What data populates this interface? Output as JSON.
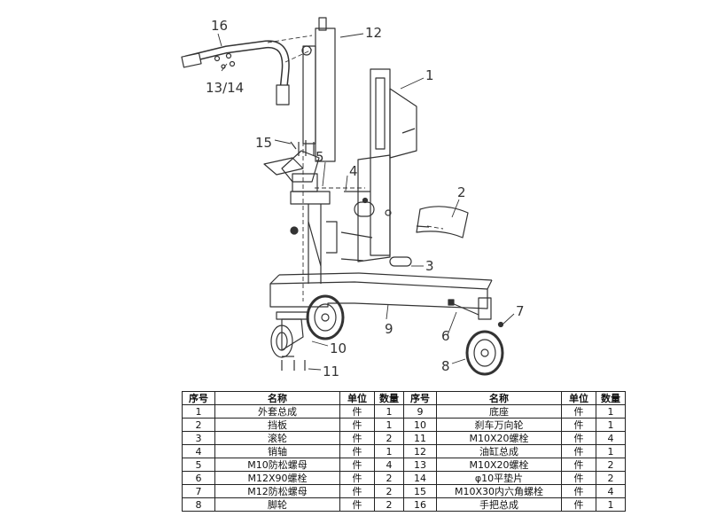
{
  "diagram": {
    "callouts": [
      "1",
      "2",
      "3",
      "4",
      "5",
      "6",
      "7",
      "8",
      "9",
      "10",
      "11",
      "12",
      "13/14",
      "15",
      "16"
    ]
  },
  "table": {
    "headers": [
      "序号",
      "名称",
      "单位",
      "数量",
      "序号",
      "名称",
      "单位",
      "数量"
    ],
    "rows": [
      [
        "1",
        "外套总成",
        "件",
        "1",
        "9",
        "底座",
        "件",
        "1"
      ],
      [
        "2",
        "挡板",
        "件",
        "1",
        "10",
        "刹车万向轮",
        "件",
        "1"
      ],
      [
        "3",
        "滚轮",
        "件",
        "2",
        "11",
        "M10X20螺栓",
        "件",
        "4"
      ],
      [
        "4",
        "销轴",
        "件",
        "1",
        "12",
        "油缸总成",
        "件",
        "1"
      ],
      [
        "5",
        "M10防松螺母",
        "件",
        "4",
        "13",
        "M10X20螺栓",
        "件",
        "2"
      ],
      [
        "6",
        "M12X90螺栓",
        "件",
        "2",
        "14",
        "φ10平垫片",
        "件",
        "2"
      ],
      [
        "7",
        "M12防松螺母",
        "件",
        "2",
        "15",
        "M10X30内六角螺栓",
        "件",
        "4"
      ],
      [
        "8",
        "脚轮",
        "件",
        "2",
        "16",
        "手把总成",
        "件",
        "1"
      ]
    ]
  }
}
